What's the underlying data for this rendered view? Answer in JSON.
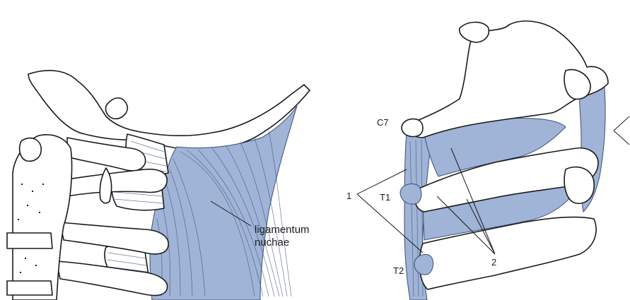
{
  "colors": {
    "ligament": "#9fb4d6",
    "ligament_dark": "#3c4f77",
    "bone_outline": "#1a1a1a",
    "background": "#ffffff"
  },
  "left_panel": {
    "label_line1": "ligamentum",
    "label_line2": "nuchae"
  },
  "right_panel": {
    "label_c7": "C7",
    "label_t1": "T1",
    "label_t2": "T2",
    "label_1": "1",
    "label_2": "2"
  }
}
